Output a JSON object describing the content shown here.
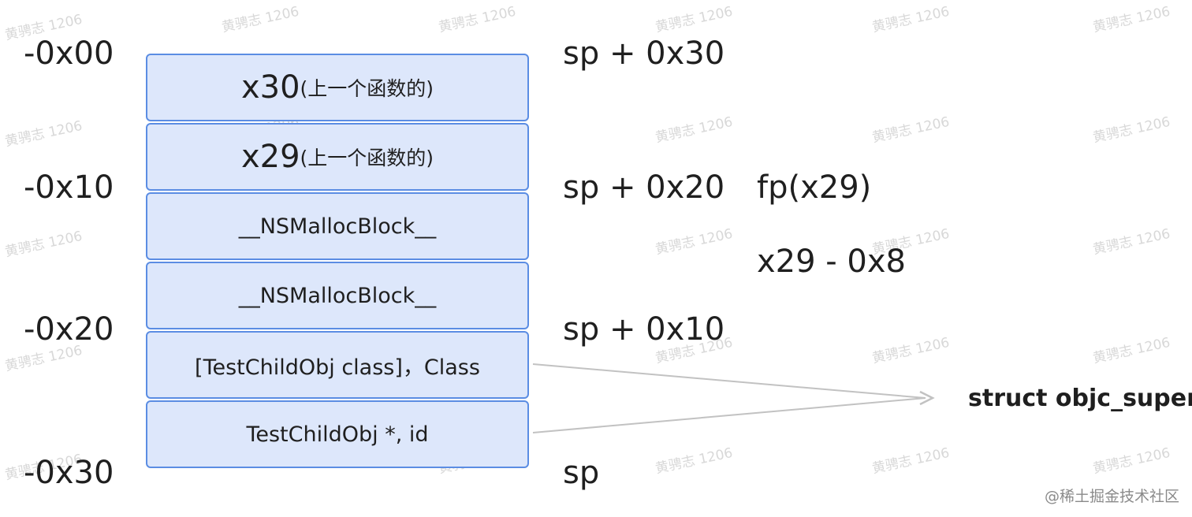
{
  "left_offsets": [
    "-0x00",
    "-0x10",
    "-0x20",
    "-0x30"
  ],
  "right_offsets": [
    "sp + 0x30",
    "sp + 0x20",
    "sp + 0x10",
    "sp"
  ],
  "fp_labels": [
    "fp(x29)",
    "x29 - 0x8"
  ],
  "stack_slots": [
    {
      "reg": "x30",
      "note": "(上一个函数的)"
    },
    {
      "reg": "x29",
      "note": "(上一个函数的)"
    },
    {
      "text": "__NSMallocBlock__"
    },
    {
      "text": "__NSMallocBlock__"
    },
    {
      "text": "[TestChildObj class]，Class"
    },
    {
      "text": "TestChildObj *, id"
    }
  ],
  "target_label": "struct objc_super",
  "watermark_text": "黄骋志 1206",
  "credit": "@稀土掘金技术社区",
  "colors": {
    "slot_fill": "#dde7fb",
    "slot_border": "#5b8de3",
    "arrow": "#c2c2c2",
    "text": "#1f1f1f"
  }
}
